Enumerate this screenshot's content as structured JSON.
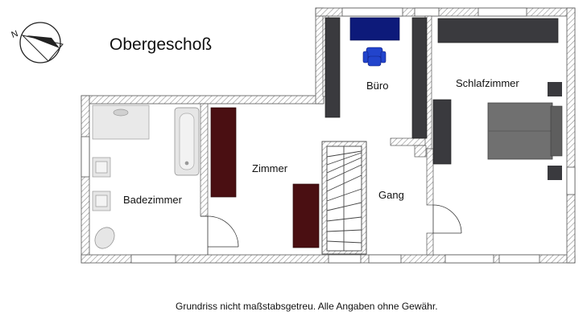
{
  "floor_title": "Obergeschoß",
  "rooms": {
    "buero": "Büro",
    "schlafzimmer": "Schlafzimmer",
    "zimmer": "Zimmer",
    "badezimmer": "Badezimmer",
    "gang": "Gang"
  },
  "compass_letter": "N",
  "disclaimer": "Grundriss nicht maßstabsgetreu. Alle Angaben ohne Gewähr.",
  "colors": {
    "wall_hatch": "#9a9a9a",
    "desk": "#0d1a7a",
    "chair": "#2244cc",
    "cabinet": "#3a3a3e",
    "dark_furniture": "#4a0f12",
    "bed": "#707070",
    "bathroom_fixture": "#e6e6e6"
  }
}
